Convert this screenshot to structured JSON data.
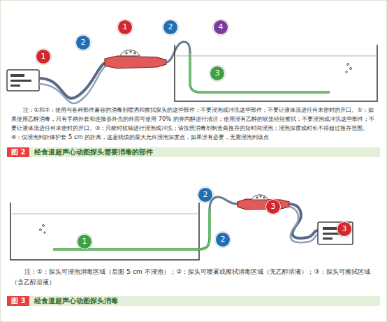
{
  "diagram": {
    "nodes": [
      {
        "text": [
          "1"
        ]
      },
      {
        "text": [
          "2"
        ]
      },
      {
        "text": [
          "1"
        ]
      },
      {
        "text": [
          "2"
        ]
      },
      {
        "text": [
          "4"
        ]
      },
      {
        "text": [
          "3"
        ]
      },
      {
        "text": [
          "图 2",
          "经食道超声心动图探头需要消毒的部件"
        ]
      },
      {
        "text": [
          "2"
        ]
      },
      {
        "text": [
          "3"
        ]
      },
      {
        "text": [
          "3"
        ]
      },
      {
        "text": [
          "1"
        ]
      },
      {
        "text": [
          "2"
        ]
      },
      {
        "text": [
          "图 3",
          "经食道超声心动图探头消毒"
        ]
      }
    ],
    "labels": [
      "注：①和②：使用与各种部件兼容的消毒剂喷洒和擦拭探头的这些部件；不要浸泡或冲洗这些部件；不要让液体流进任何未密封的开口。①：如果使用乙醇消毒，只有手柄外套和连接器外壳的外面可使用 70% 的异丙醇进行清洁；使用浸有乙醇的软垫轻轻擦拭；不要浸泡或冲洗这些部件；不要让液体流进任何未密封的开口。③：只能对软轴进行浸泡或冲洗；请按照消毒剂制造商推荐的短时间浸泡；浸泡深度或时长不得超过推荐范围。④：仅浸泡到距保护套 5 cm 的距离，这是线缆的最大允许浸泡深度点，如果没有必要，无需浸泡到该点",
      "注：①：探头可浸泡消毒区域（后面 5 cm 不浸泡）；②：探头可喷雾或擦拭消毒区域（无乙醇溶液）；③：探头可擦拭区域（含乙醇溶液）"
    ]
  }
}
